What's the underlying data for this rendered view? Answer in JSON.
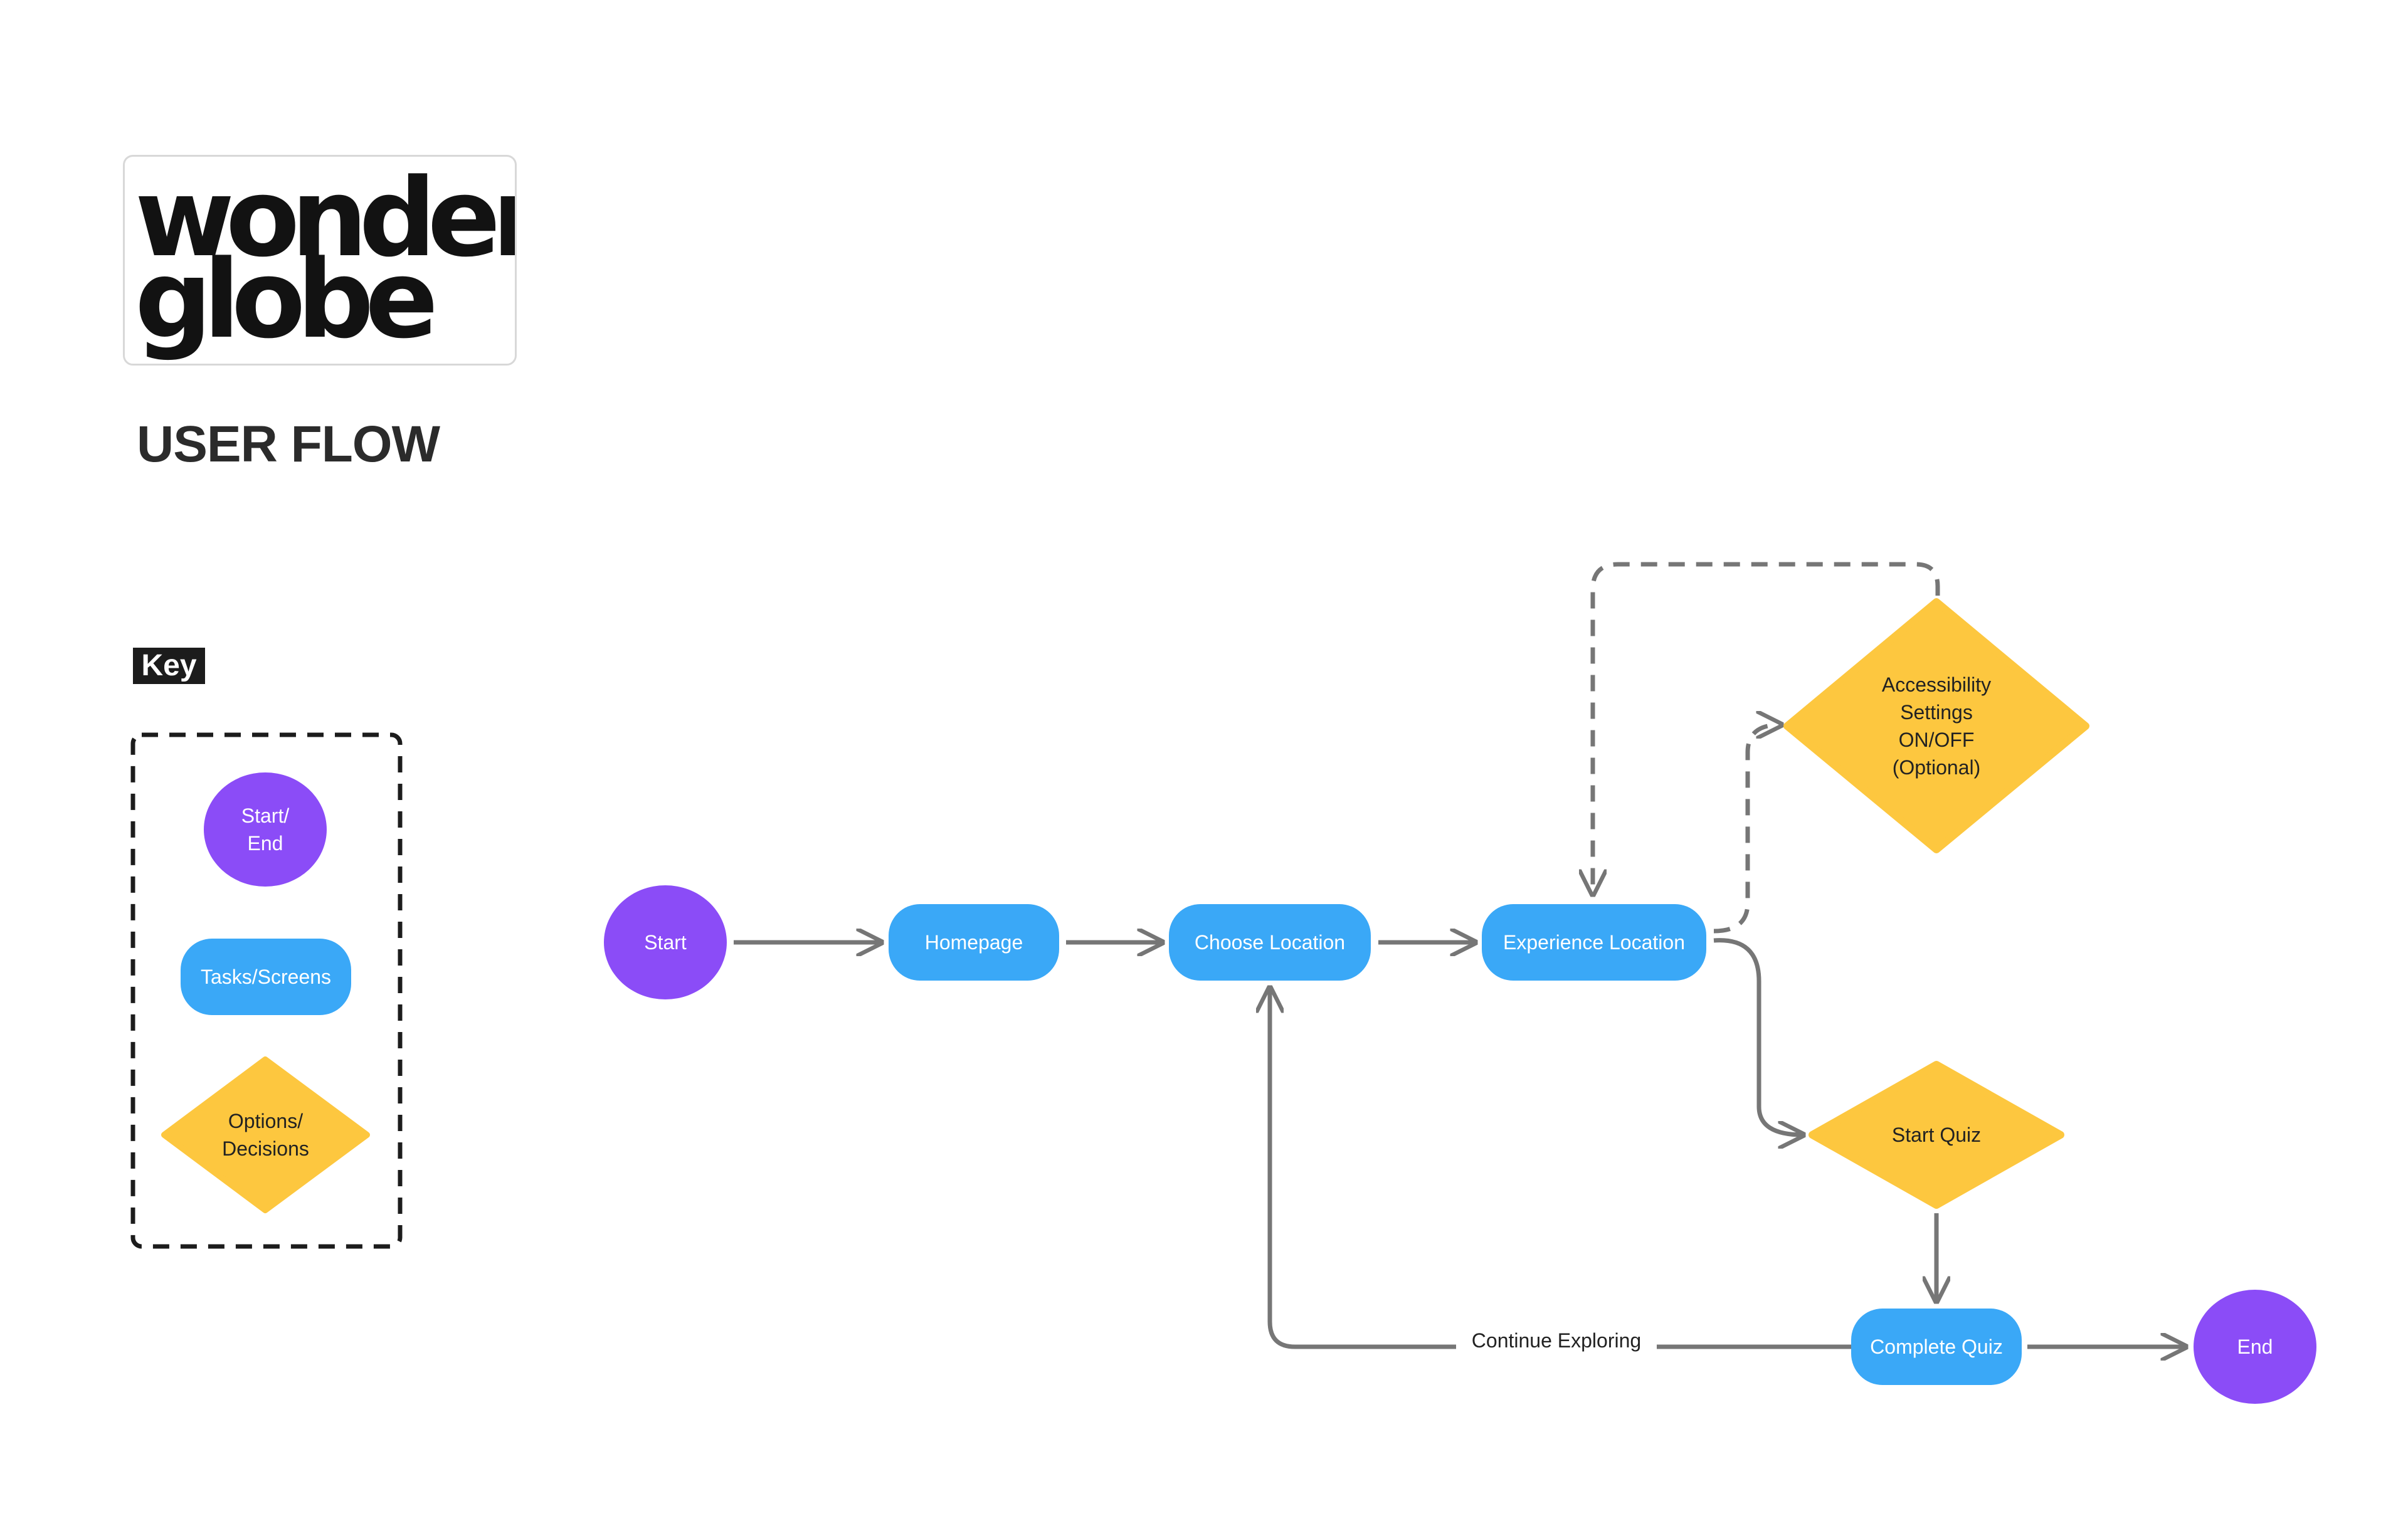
{
  "logo": {
    "line1": "wonder",
    "line2": "globe"
  },
  "title": "USER FLOW",
  "key": {
    "label": "Key",
    "start_end": "Start/\nEnd",
    "tasks_screens": "Tasks/Screens",
    "options_decisions": "Options/\nDecisions"
  },
  "nodes": {
    "start": "Start",
    "homepage": "Homepage",
    "choose_location": "Choose Location",
    "experience_location": "Experience Location",
    "accessibility_settings": "Accessibility\nSettings\nON/OFF\n(Optional)",
    "start_quiz": "Start Quiz",
    "complete_quiz": "Complete Quiz",
    "end": "End"
  },
  "edges": {
    "continue_exploring": "Continue Exploring"
  },
  "colors": {
    "purple": "#8b4cf7",
    "blue": "#3aa8f7",
    "yellow": "#fdc73f",
    "connector": "#767676",
    "key_border": "#1c1c1c"
  }
}
